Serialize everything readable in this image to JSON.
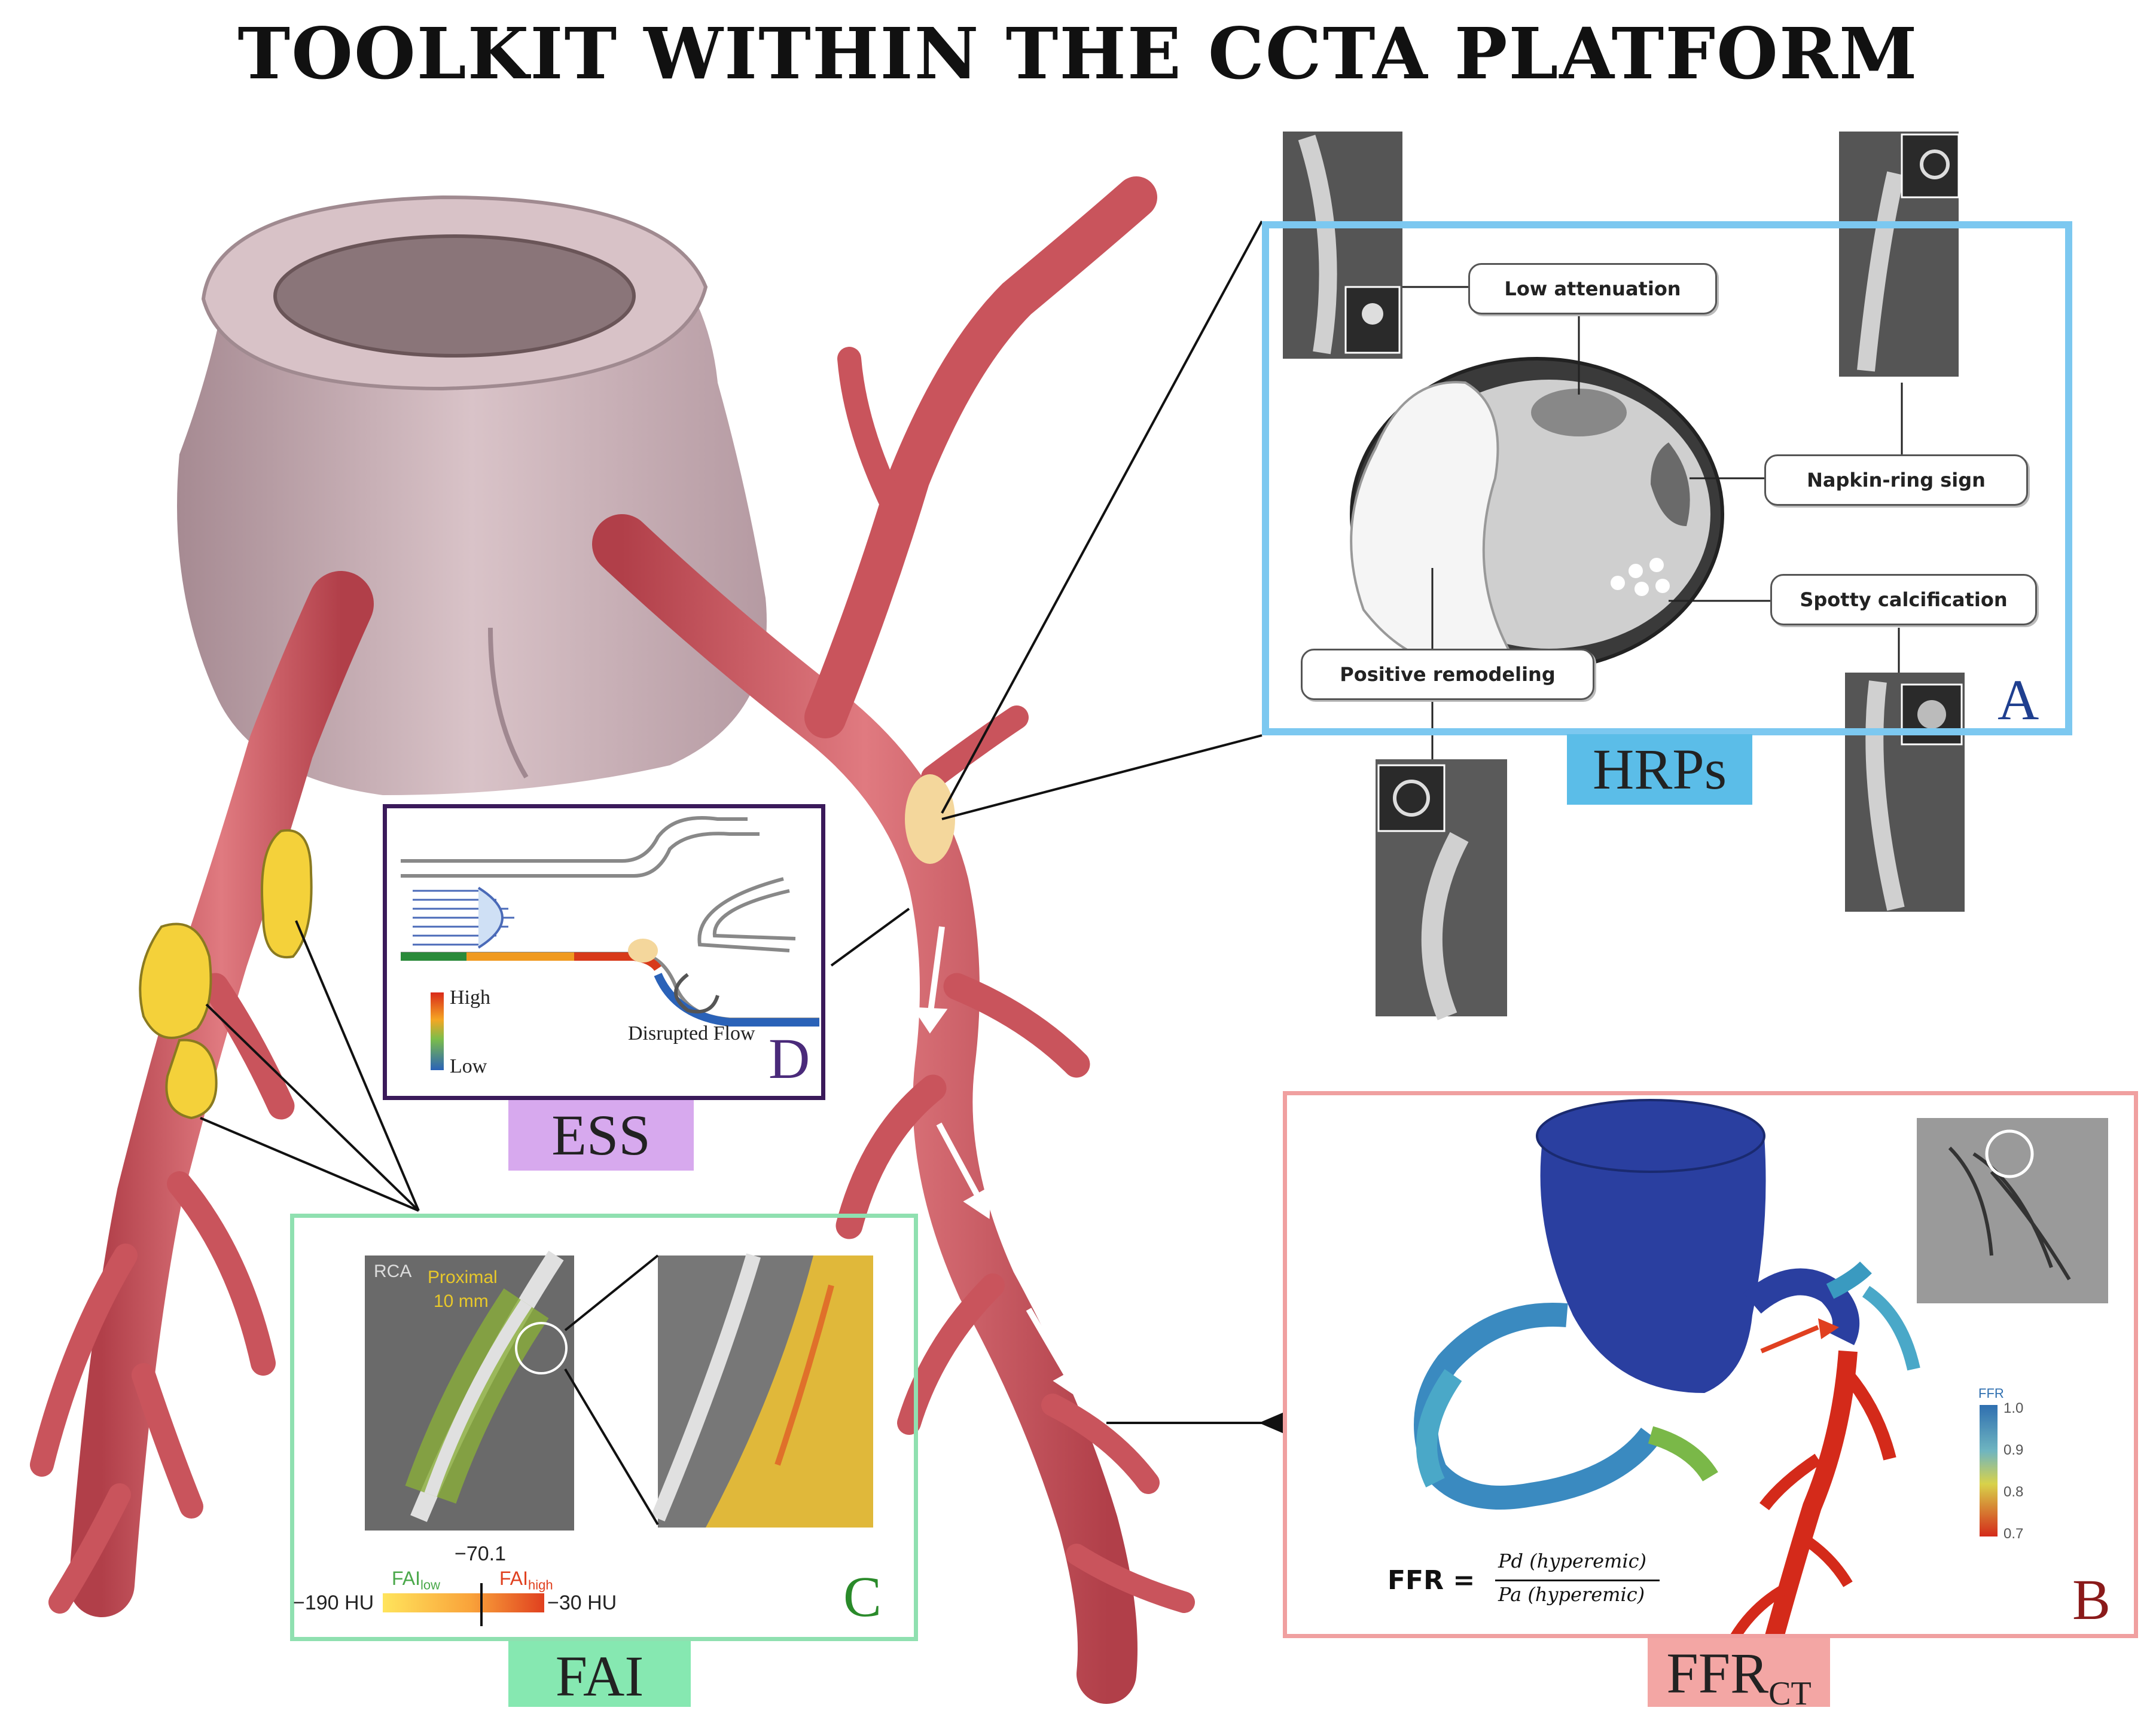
{
  "title": "TOOLKIT WITHIN THE CCTA PLATFORM",
  "hrps": {
    "tag": "HRPs",
    "letter": "A",
    "labels": {
      "low_attenuation": "Low attenuation",
      "napkin_ring": "Napkin-ring sign",
      "spotty_calcification": "Spotty calcification",
      "positive_remodeling": "Positive remodeling"
    }
  },
  "ffrct": {
    "tag_main": "FFR",
    "tag_sub": "CT",
    "letter": "B",
    "formula_lhs": "FFR =",
    "formula_num": "Pd (hyperemic)",
    "formula_den": "Pa (hyperemic)",
    "scale_title": "FFR",
    "scale_ticks": [
      "1.0",
      "0.9",
      "0.8",
      "0.7"
    ]
  },
  "fai": {
    "tag": "FAI",
    "letter": "C",
    "vessel_label": "RCA",
    "proximal_label": "Proximal",
    "length_label": "10 mm",
    "threshold_value": "−70.1",
    "low_end": "−190 HU",
    "high_end": "−30 HU",
    "fai_low_main": "FAI",
    "fai_low_sub": "low",
    "fai_high_main": "FAI",
    "fai_high_sub": "high"
  },
  "ess": {
    "tag": "ESS",
    "letter": "D",
    "legend_high": "High",
    "legend_low": "Low",
    "flow_label": "Disrupted Flow"
  },
  "colors": {
    "hrps_border": "#7cc8f0",
    "hrps_tag_bg": "#5bbde8",
    "hrps_letter": "#1f3f8f",
    "ffr_border": "#f0a0a0",
    "ffr_tag_bg": "#f3a6a4",
    "ffr_letter": "#8a1a1a",
    "fai_border": "#8fe0b0",
    "fai_tag_bg": "#86e8b1",
    "fai_letter": "#2a8a2a",
    "ess_border": "#3a1a5a",
    "ess_tag_bg": "#d7a9ee",
    "ess_letter": "#4a2a7a",
    "artery": "#c9545c",
    "aorta": "#cdb4ba"
  }
}
